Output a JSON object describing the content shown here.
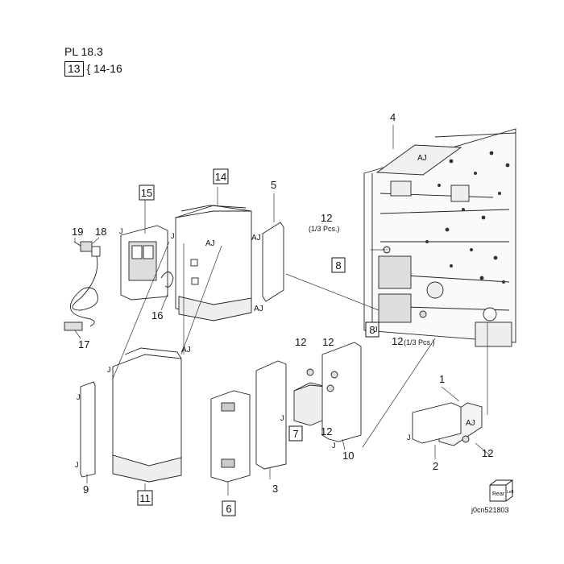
{
  "header": {
    "plate": "PL 18.3",
    "group_box": "13",
    "group_range": "{ 14-16"
  },
  "callouts": {
    "c1": "1",
    "c2": "2",
    "c3": "3",
    "c4": "4",
    "c5": "5",
    "c6": "6",
    "c7": "7",
    "c8a": "8",
    "c8b": "8",
    "c9": "9",
    "c10": "10",
    "c11": "11",
    "c12a": "12",
    "c12a_note": "(1/3 Pcs.)",
    "c12b": "12",
    "c12c": "12",
    "c12d": "12",
    "c12e": "12",
    "c12f": "12",
    "c12f_note": "(1/3 Pcs.)",
    "c14": "14",
    "c15": "15",
    "c16": "16",
    "c17": "17",
    "c18": "18",
    "c19": "19"
  },
  "labels": {
    "aj": "AJ",
    "j": "J"
  },
  "orientation_cube": {
    "front": "Rear",
    "side": "Left"
  },
  "figure_id": "j0cn521803"
}
